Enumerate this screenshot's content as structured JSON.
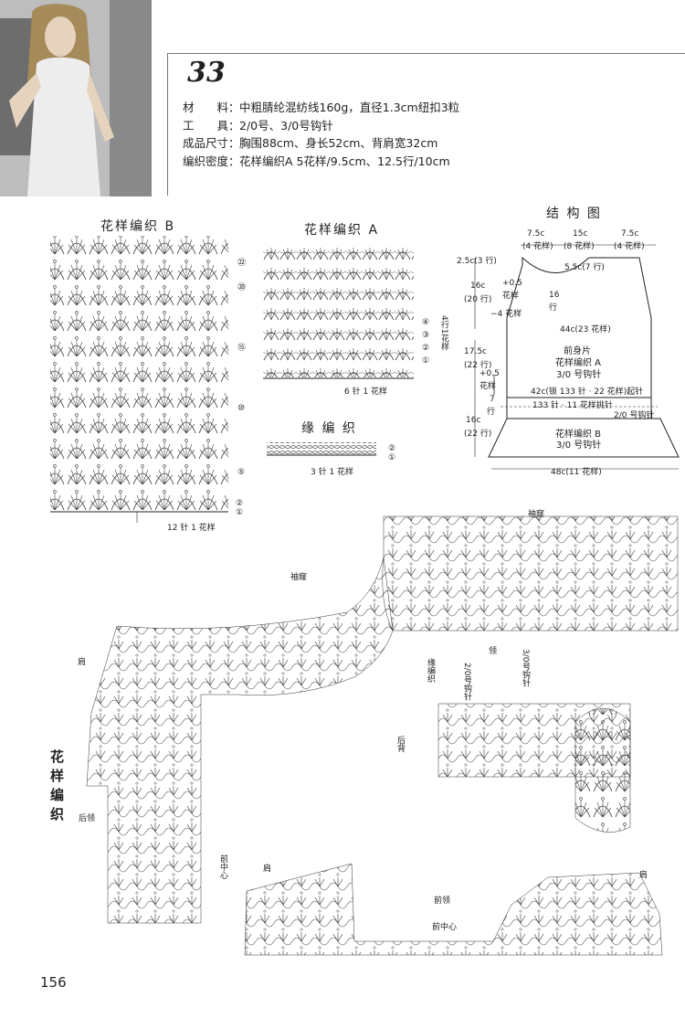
{
  "pattern_number": "33",
  "materials": [
    {
      "key": "材　　料：",
      "value": "中粗腈纶混纺线160g，直径1.3cm纽扣3粒"
    },
    {
      "key": "工　　具：",
      "value": "2/0号、3/0号钩针"
    },
    {
      "key": "成品尺寸：",
      "value": "胸围88cm、身长52cm、背肩宽32cm"
    },
    {
      "key": "编织密度：",
      "value": "花样编织A 5花样/9.5cm、12.5行/10cm"
    }
  ],
  "chart_b": {
    "title": "花样编织 B",
    "repeat": "12 针 1 花样",
    "rows": [
      "㉒",
      "⑳",
      "⑮",
      "⑩",
      "⑤",
      "②",
      "①"
    ]
  },
  "chart_a": {
    "title": "花样编织 A",
    "repeat": "6 针 1 花样",
    "rows": [
      "④",
      "③",
      "②",
      "①"
    ],
    "side": "4行1花样"
  },
  "edging": {
    "title": "缘 编 织",
    "repeat": "3 针 1 花样",
    "rows": [
      "②",
      "①"
    ]
  },
  "structure": {
    "title": "结 构 图",
    "top_left": "7.5c",
    "top_left_sub": "(4 花样)",
    "top_mid": "15c",
    "top_mid_sub": "(8 花样)",
    "top_right": "7.5c",
    "top_right_sub": "(4 花样)",
    "neck_depth": "5.5c(7 行)",
    "shoulder": "2.5c(3 行)",
    "armhole": "16c",
    "armhole_rows": "(20 行)",
    "armhole_inc": "+0.5",
    "armhole_inc_unit": "花样",
    "armhole_dec": "−4 花样",
    "armhole_16": "16",
    "armhole_16_unit": "行",
    "chest": "44c(23 花样)",
    "body_label": "前身片",
    "body_pattern": "花样编织 A",
    "body_hook": "3/0 号钩针",
    "side": "17.5c",
    "side_rows": "(22 行)",
    "side_inc": "+0.5",
    "side_inc_unit": "花样",
    "row42": "42c(锁 133 针 · 22 花样)起针",
    "row7": "7",
    "row7_unit": "行",
    "row133": "133 针 · 11 花样挑针",
    "hook_b": "2/0 号钩针",
    "hem": "16c",
    "hem_rows": "(22 行)",
    "hem_pattern": "花样编织 B",
    "hem_hook": "3/0 号钩针",
    "bottom": "48c(11 花样)"
  },
  "diagram_labels": {
    "side_title": "花样编织",
    "shoulder": "肩",
    "armhole": "袖窿",
    "back_neck": "后领",
    "front_center": "前中心",
    "front_neck": "前领",
    "collar": "领",
    "edge": "缘编织",
    "back": "后背",
    "hook20": "2/0号钩针",
    "hook30": "3/0号钩针"
  },
  "page_number": "156",
  "colors": {
    "ink": "#222222",
    "photo": "#cfcfcf"
  }
}
